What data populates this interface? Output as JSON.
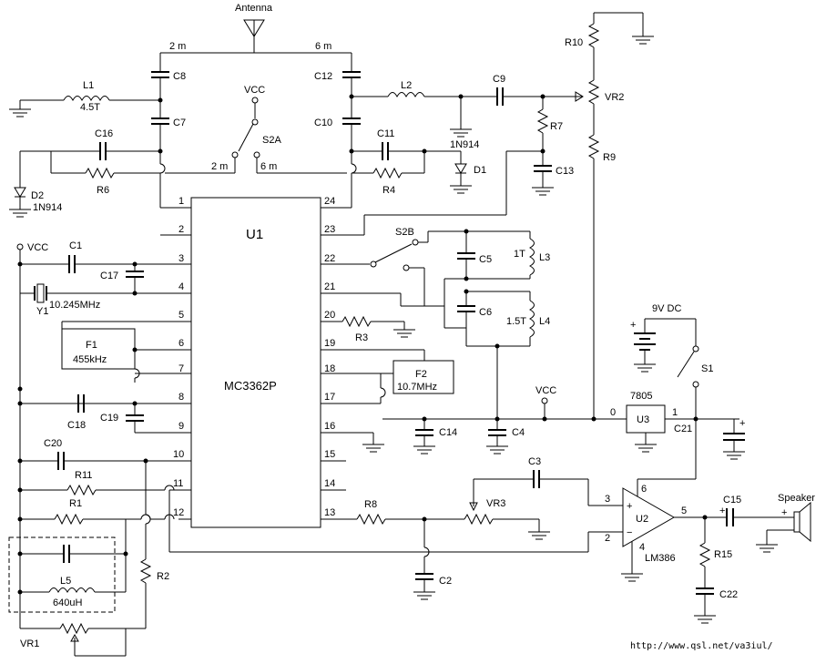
{
  "title_labels": {
    "antenna": "Antenna",
    "ic_name": "U1",
    "ic_part": "MC3362P",
    "url": "http://www.qsl.net/va3iul/"
  },
  "band_labels": {
    "two_m": "2 m",
    "six_m": "6 m"
  },
  "component_labels": {
    "C1": "C1",
    "C2": "C2",
    "C3": "C3",
    "C4": "C4",
    "C5": "C5",
    "C6": "C6",
    "C7": "C7",
    "C8": "C8",
    "C9": "C9",
    "C10": "C10",
    "C11": "C11",
    "C12": "C12",
    "C13": "C13",
    "C14": "C14",
    "C15": "C15",
    "C16": "C16",
    "C17": "C17",
    "C18": "C18",
    "C19": "C19",
    "C20": "C20",
    "C21": "C21",
    "C22": "C22",
    "R1": "R1",
    "R2": "R2",
    "R3": "R3",
    "R4": "R4",
    "R6": "R6",
    "R7": "R7",
    "R8": "R8",
    "R9": "R9",
    "R10": "R10",
    "R11": "R11",
    "R15": "R15",
    "VR1": "VR1",
    "VR2": "VR2",
    "VR3": "VR3",
    "L1": "L1",
    "L2": "L2",
    "L3": "L3",
    "L4": "L4",
    "L5": "L5",
    "D1": "D1",
    "D2": "D2",
    "F1": "F1",
    "F2": "F2",
    "U2": "U2",
    "U3": "U3",
    "S1": "S1",
    "S2A": "S2A",
    "S2B": "S2B",
    "Y1": "Y1",
    "diode_part": "1N914",
    "reg_part": "7805",
    "amp_part": "LM386",
    "speaker": "Speaker",
    "supply": "9V DC",
    "vcc": "VCC"
  },
  "values": {
    "L1": "4.5T",
    "L3": "1T",
    "L4": "1.5T",
    "L5": "640uH",
    "Y1": "10.245MHz",
    "F1": "455kHz",
    "F2": "10.7MHz"
  },
  "pin_numbers": {
    "p1": "1",
    "p2": "2",
    "p3": "3",
    "p4": "4",
    "p5": "5",
    "p6": "6",
    "p7": "7",
    "p8": "8",
    "p9": "9",
    "p10": "10",
    "p11": "11",
    "p12": "12",
    "p13": "13",
    "p14": "14",
    "p15": "15",
    "p16": "16",
    "p17": "17",
    "p18": "18",
    "p19": "19",
    "p20": "20",
    "p21": "21",
    "p22": "22",
    "p23": "23",
    "p24": "24"
  },
  "misc_pins": {
    "reg_in": "0",
    "reg_out": "1",
    "amp_pos": "3",
    "amp_neg": "2",
    "amp_out": "5",
    "amp_top": "6",
    "amp_bot": "4",
    "plus": "+",
    "minus": "−"
  }
}
